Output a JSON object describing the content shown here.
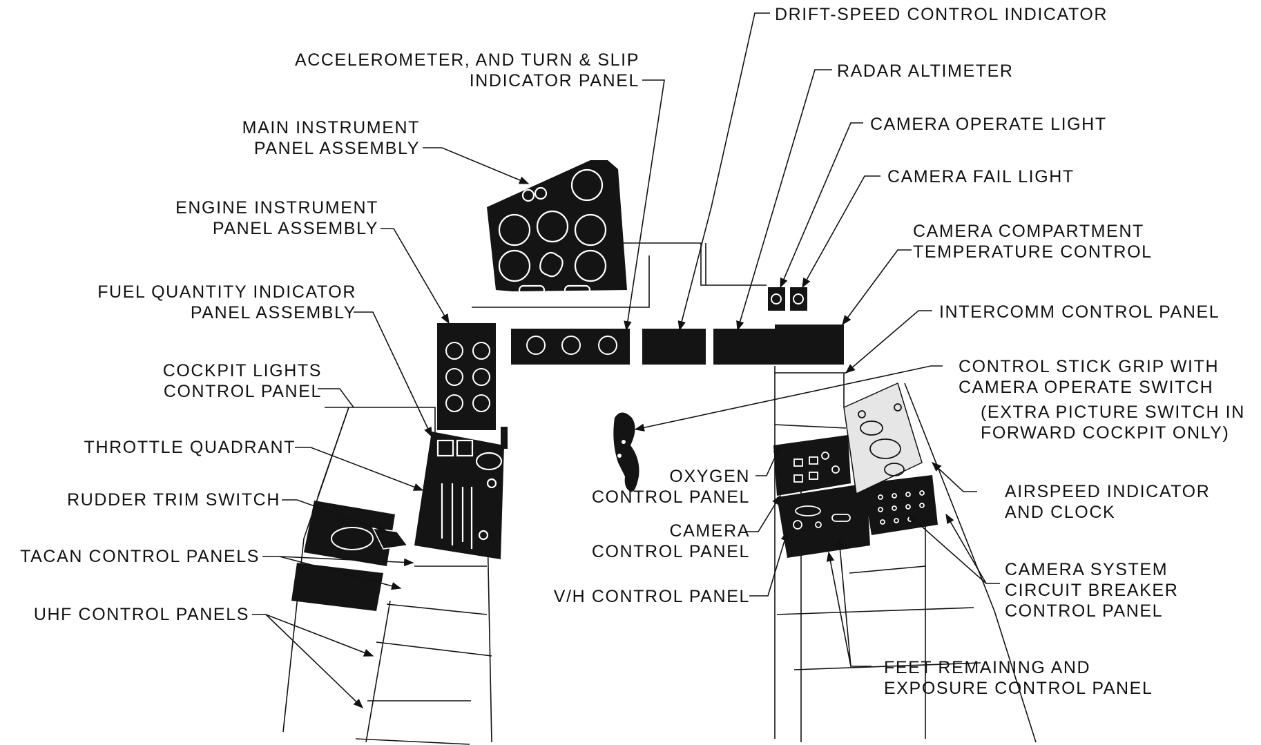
{
  "diagram": {
    "colors": {
      "ink": "#111111",
      "panel_fill": "#141414",
      "paper": "#ffffff"
    },
    "labels": {
      "drift_speed": [
        "DRIFT-SPEED CONTROL INDICATOR"
      ],
      "accelerometer": [
        "ACCELEROMETER, AND TURN & SLIP",
        "INDICATOR PANEL"
      ],
      "radar_altimeter": [
        "RADAR ALTIMETER"
      ],
      "camera_operate_light": [
        "CAMERA OPERATE LIGHT"
      ],
      "camera_fail_light": [
        "CAMERA FAIL LIGHT"
      ],
      "main_instrument": [
        "MAIN INSTRUMENT",
        "PANEL ASSEMBLY"
      ],
      "engine_instrument": [
        "ENGINE INSTRUMENT",
        "PANEL ASSEMBLY"
      ],
      "camera_compartment": [
        "CAMERA COMPARTMENT",
        "TEMPERATURE CONTROL"
      ],
      "fuel_quantity": [
        "FUEL QUANTITY INDICATOR",
        "PANEL ASSEMBLY"
      ],
      "intercomm": [
        "INTERCOMM CONTROL PANEL"
      ],
      "cockpit_lights": [
        "COCKPIT LIGHTS",
        "CONTROL PANEL"
      ],
      "control_stick": [
        "CONTROL STICK GRIP WITH",
        "CAMERA OPERATE SWITCH"
      ],
      "extra_picture": [
        "(EXTRA PICTURE SWITCH IN",
        "FORWARD COCKPIT ONLY)"
      ],
      "throttle": [
        "THROTTLE QUADRANT"
      ],
      "oxygen": [
        "OXYGEN",
        "CONTROL PANEL"
      ],
      "rudder_trim": [
        "RUDDER TRIM SWITCH"
      ],
      "airspeed": [
        "AIRSPEED INDICATOR",
        "AND CLOCK"
      ],
      "camera_control": [
        "CAMERA",
        "CONTROL PANEL"
      ],
      "tacan": [
        "TACAN CONTROL PANELS"
      ],
      "camera_system": [
        "CAMERA SYSTEM",
        "CIRCUIT BREAKER",
        "CONTROL PANEL"
      ],
      "vh_control": [
        "V/H CONTROL PANEL"
      ],
      "uhf": [
        "UHF CONTROL PANELS"
      ],
      "feet_remaining": [
        "FEET REMAINING AND",
        "EXPOSURE CONTROL PANEL"
      ]
    }
  }
}
